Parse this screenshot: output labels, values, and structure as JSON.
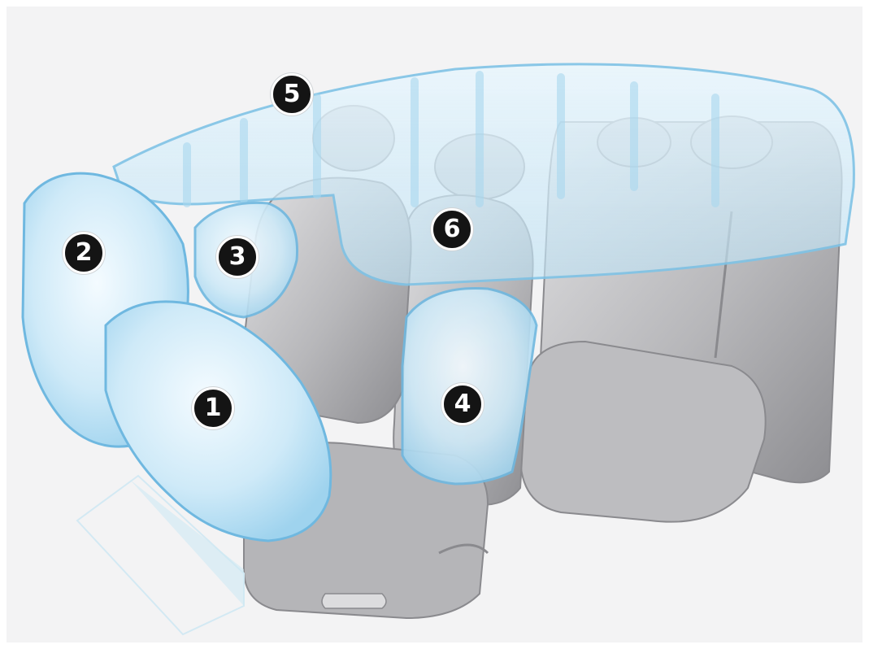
{
  "callouts": [
    {
      "id": "driver-front-airbag",
      "label": "1"
    },
    {
      "id": "passenger-front-airbag",
      "label": "2"
    },
    {
      "id": "driver-knee-airbag",
      "label": "3"
    },
    {
      "id": "side-airbag",
      "label": "4"
    },
    {
      "id": "curtain-airbag",
      "label": "5"
    },
    {
      "id": "center-side-airbag",
      "label": "6"
    }
  ],
  "colors": {
    "airbag_fill": "#cfeaf8",
    "airbag_edge": "#7fc3e6",
    "seat_fill": "#b9b9bb",
    "seat_shadow": "#8d8d90",
    "background": "#f3f3f4",
    "callout": "#141414"
  }
}
